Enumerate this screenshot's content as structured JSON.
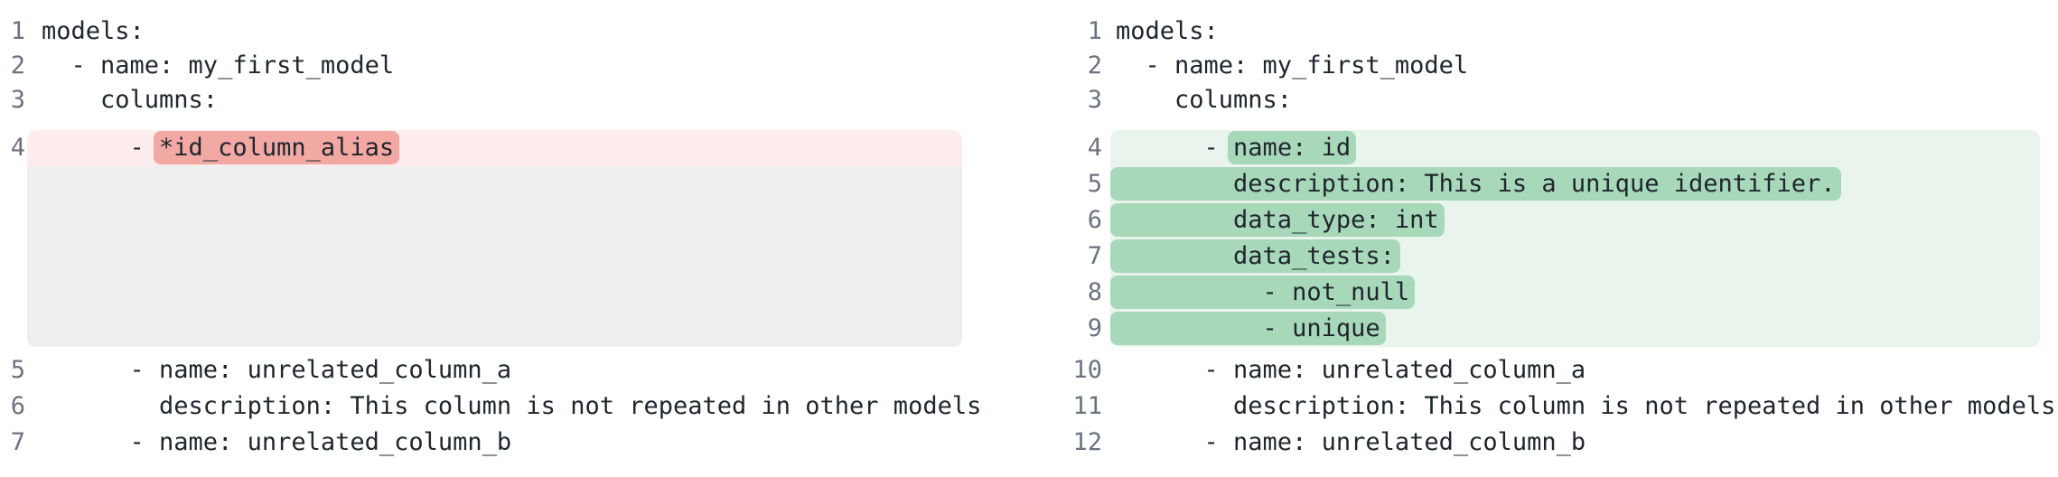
{
  "colors": {
    "bg": "#ffffff",
    "code-text": "#20262e",
    "ln-color": "#6b7280",
    "red-row": "#fdecec",
    "red-pill": "#f2a9a4",
    "gray-fill": "#edeef0",
    "green-row": "#e9f4ed",
    "green-pill": "#a8d8ba"
  },
  "left": {
    "pre_lines": [
      {
        "num": "1",
        "text": "models:"
      },
      {
        "num": "2",
        "text": "  - name: my_first_model"
      },
      {
        "num": "3",
        "text": "    columns:"
      }
    ],
    "removed_line": {
      "num": "4",
      "prefix": "      - ",
      "highlight": "*id_column_alias"
    },
    "post_lines": [
      {
        "num": "5",
        "text": "      - name: unrelated_column_a"
      },
      {
        "num": "6",
        "text": "        description: This column is not repeated in other models"
      },
      {
        "num": "7",
        "text": "      - name: unrelated_column_b"
      }
    ]
  },
  "right": {
    "pre_lines": [
      {
        "num": "1",
        "text": "models:"
      },
      {
        "num": "2",
        "text": "  - name: my_first_model"
      },
      {
        "num": "3",
        "text": "    columns:"
      }
    ],
    "added_lines": [
      {
        "num": "4",
        "prefix": "      - ",
        "highlight": "name: id"
      },
      {
        "num": "5",
        "prefix": "",
        "highlight": "        description: This is a unique identifier."
      },
      {
        "num": "6",
        "prefix": "",
        "highlight": "        data_type: int"
      },
      {
        "num": "7",
        "prefix": "",
        "highlight": "        data_tests:"
      },
      {
        "num": "8",
        "prefix": "",
        "highlight": "          - not_null"
      },
      {
        "num": "9",
        "prefix": "",
        "highlight": "          - unique"
      }
    ],
    "post_lines": [
      {
        "num": "10",
        "text": "      - name: unrelated_column_a"
      },
      {
        "num": "11",
        "text": "        description: This column is not repeated in other models"
      },
      {
        "num": "12",
        "text": "      - name: unrelated_column_b"
      }
    ]
  }
}
